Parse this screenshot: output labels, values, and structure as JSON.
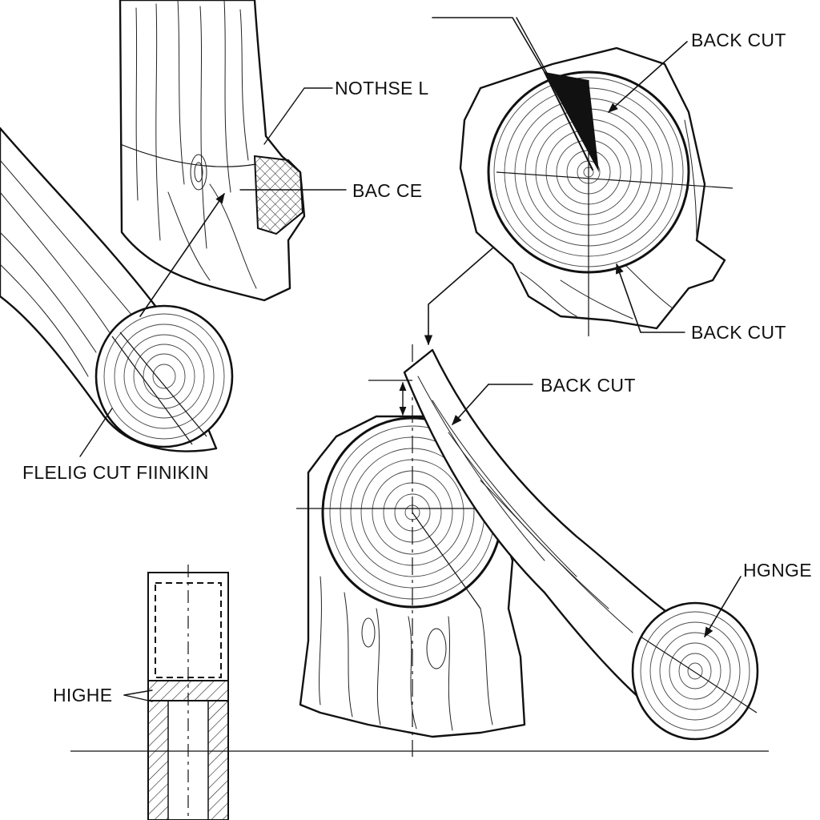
{
  "labels": {
    "notch_top": "NOTHSE L",
    "bac_ce": "BAC CE",
    "back_cut_top_right": "BACK CUT",
    "back_cut_mid_right": "BACK CUT",
    "back_cut_center": "BACK CUT",
    "felling_cut": "FLELIG CUT FIINIKIN",
    "hinge_right": "HGNGE",
    "hinge_left": "HIGHE"
  }
}
